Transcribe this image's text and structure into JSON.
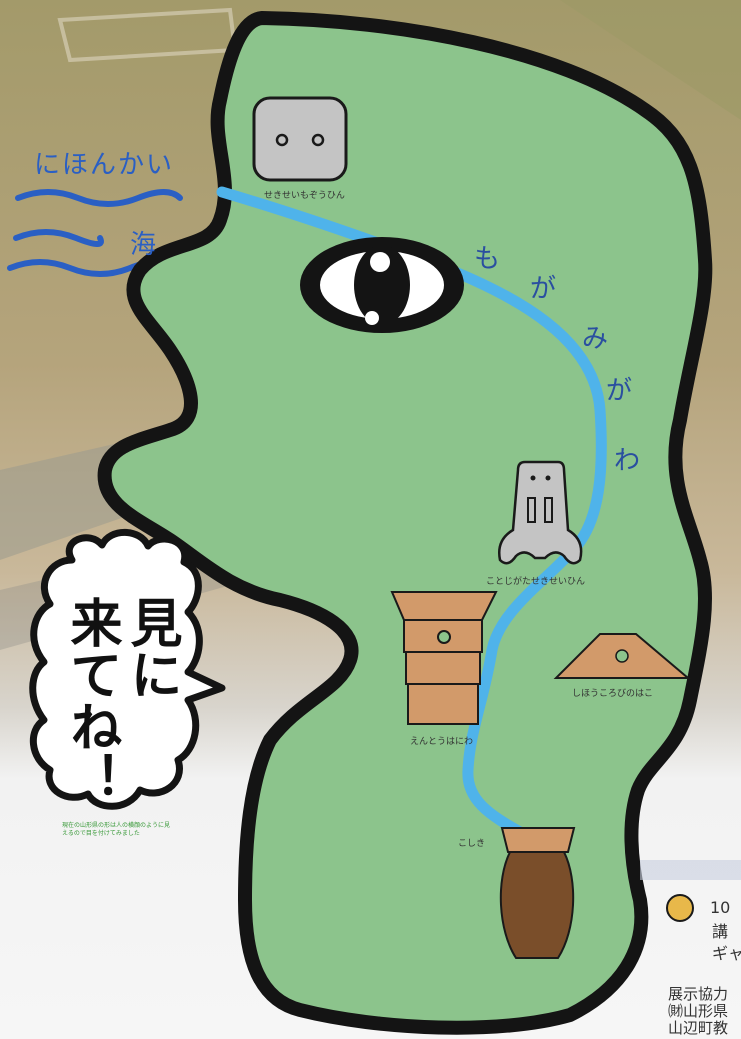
{
  "sea": {
    "label": "にほんかい",
    "kanji": "海"
  },
  "river": {
    "chars": [
      "も",
      "が",
      "み",
      "が",
      "わ"
    ]
  },
  "sites": {
    "top": "せきせいもぞうひん",
    "middle": "ことじがたせきせいひん",
    "box": "しほうころびのはこ",
    "tube": "えんとうはにわ",
    "pot": "こしき"
  },
  "bubble": {
    "line1": "見に",
    "line2": "来てね！"
  },
  "note": "現在の山形県の形は人の横顔のように見えるので目を付けてみました",
  "right": {
    "num": "10",
    "line2": "講",
    "line3": "ギャ",
    "cooperation": "展示協力",
    "org1": "㈶山形県",
    "org2": "山辺町教"
  },
  "colors": {
    "face": "#8cc48c",
    "outline": "#141414",
    "river": "#4fb3ea",
    "sea": "#2a5fc4",
    "artifact": "#d29a6a",
    "pot": "#7a4e2a",
    "dot": "#e8b84a"
  }
}
